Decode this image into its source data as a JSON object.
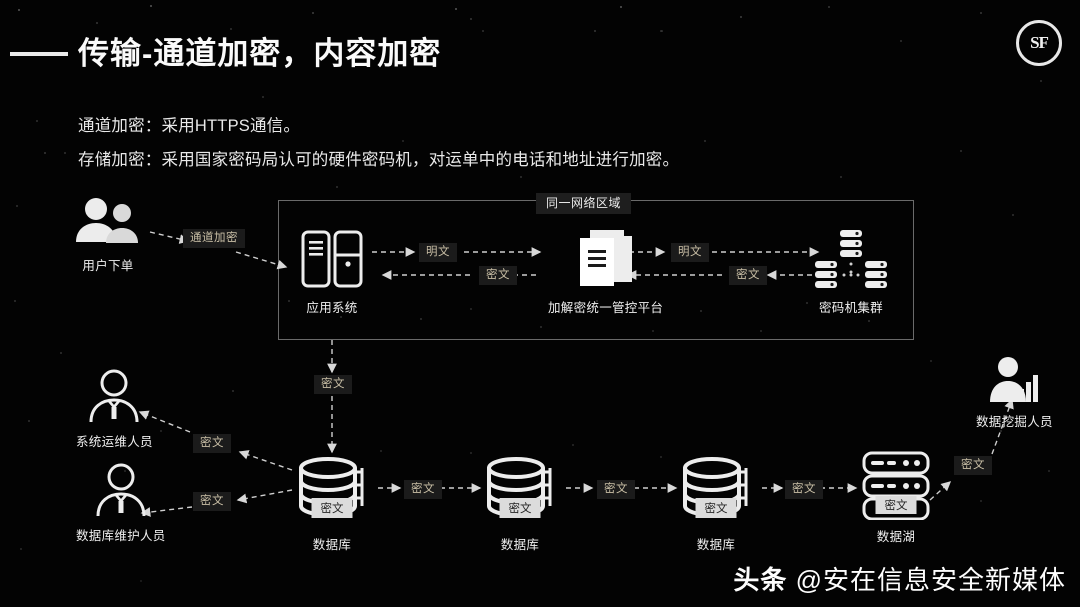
{
  "header": {
    "title": "传输-通道加密，内容加密",
    "logo_text": "SF",
    "logo_icon": "sf-circle-logo"
  },
  "body_text": {
    "line1": "通道加密：采用HTTPS通信。",
    "line2": "存储加密：采用国家密码局认可的硬件密码机，对运单中的电话和地址进行加密。"
  },
  "diagram": {
    "zone_label": "同一网络区域",
    "nodes": {
      "user_order": {
        "label": "用户下单",
        "icon": "users-icon"
      },
      "app_system": {
        "label": "应用系统",
        "icon": "server-tower-icon"
      },
      "crypto_platform": {
        "label": "加解密统一管控平台",
        "icon": "documents-icon"
      },
      "hsm_cluster": {
        "label": "密码机集群",
        "icon": "server-cluster-icon"
      },
      "ops_staff": {
        "label": "系统运维人员",
        "icon": "person-tie-icon"
      },
      "dba_staff": {
        "label": "数据库维护人员",
        "icon": "person-tie-icon"
      },
      "db1": {
        "label": "数据库",
        "icon": "database-cylinder-icon",
        "badge": "密文"
      },
      "db2": {
        "label": "数据库",
        "icon": "database-cylinder-icon",
        "badge": "密文"
      },
      "db3": {
        "label": "数据库",
        "icon": "database-cylinder-icon",
        "badge": "密文"
      },
      "data_lake": {
        "label": "数据湖",
        "icon": "data-lake-icon",
        "badge": "密文"
      },
      "data_miner": {
        "label": "数据挖掘人员",
        "icon": "person-chart-icon"
      }
    },
    "edge_labels": {
      "channel_encrypt": "通道加密",
      "plain_1": "明文",
      "cipher_1": "密文",
      "plain_2": "明文",
      "cipher_2": "密文",
      "app_to_db": "密文",
      "db1_to_db2": "密文",
      "db2_to_db3": "密文",
      "db3_to_lake": "密文",
      "lake_to_miner": "密文",
      "to_ops": "密文",
      "to_dba": "密文"
    }
  },
  "watermark": {
    "brand": "头条",
    "handle": "@安在信息安全新媒体"
  },
  "colors": {
    "background": "#030303",
    "text": "#f2f2f2",
    "chip_bg": "#1b1b1b",
    "chip_text": "#c9bfa6",
    "badge_bg": "#dcdcdc",
    "zone_border": "#6a6a6a"
  }
}
